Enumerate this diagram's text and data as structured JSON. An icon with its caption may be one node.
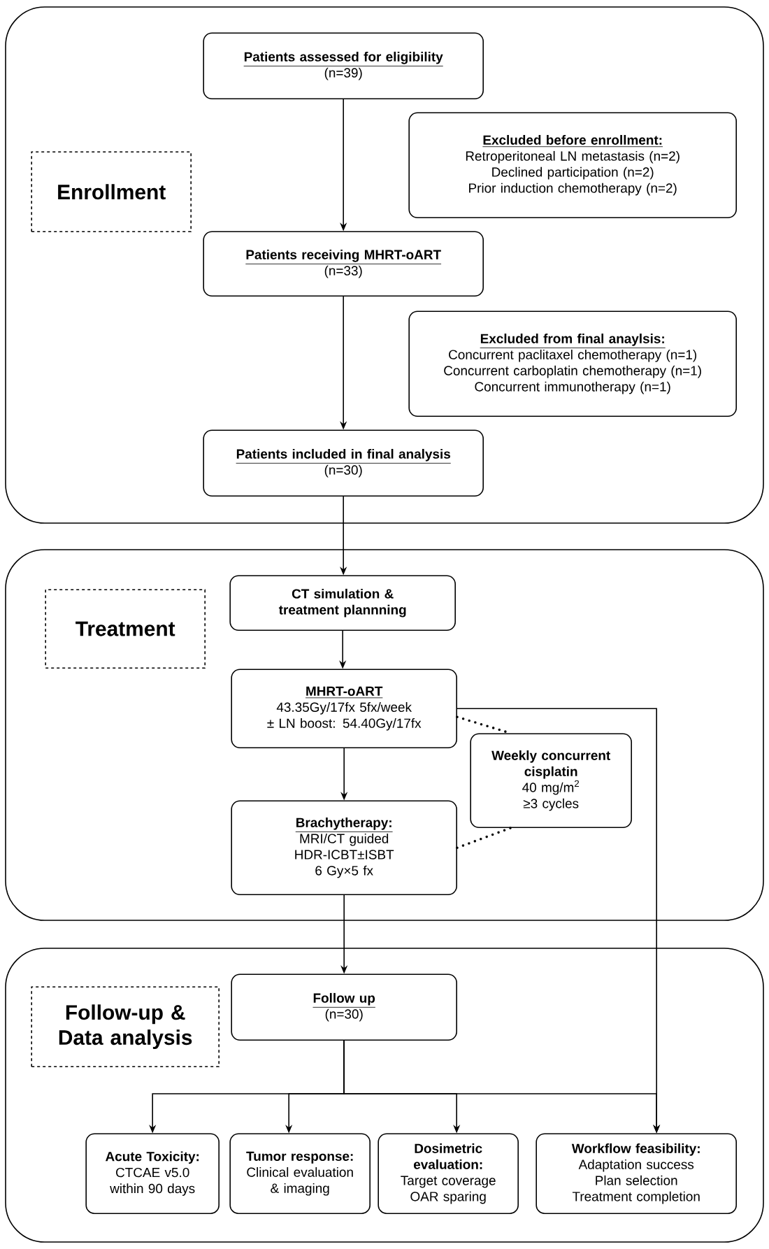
{
  "diagram": {
    "nodes": [
      {
        "text": [],
        "shape": "box"
      },
      {
        "text": [
          "Enrollment"
        ],
        "in": 0
      },
      {
        "text": [
          "Patients assessed for eligibility",
          "(n=39)"
        ],
        "in": 0
      },
      {
        "text": [
          "Excluded before enrollment:",
          "Retroperitoneal LN metastasis (n=2)",
          "Declined participation (n=2)",
          "Prior induction chemotherapy (n=2)"
        ],
        "in": 0
      },
      {
        "text": [
          "Patients receiving MHRT-oART",
          "(n=33)"
        ],
        "in": 0
      },
      {
        "text": [
          "Excluded from final anaylsis:",
          "Concurrent paclitaxel chemotherapy (n=1)",
          "Concurrent carboplatin chemotherapy (n=1)",
          "Concurrent immunotherapy (n=1)"
        ],
        "in": 0
      },
      {
        "text": [
          "Patients included in final analysis",
          "(n=30)"
        ],
        "in": 0
      },
      {
        "text": [],
        "shape": "box"
      },
      {
        "text": [
          "Treatment"
        ],
        "in": 7
      },
      {
        "text": [
          "CT simulation & treatment plannning"
        ],
        "in": 7
      },
      {
        "text": [
          "MHRT-oART",
          "43.35Gy/17fx   5fx/week",
          "± LN boost: 54.40Gy/17fx"
        ],
        "in": 7
      },
      {
        "text": [
          "Weekly concurrent cisplatin",
          "40 mg/m$^{2}$",
          "≥3 cycles"
        ],
        "in": 7
      },
      {
        "text": [
          "Brachytherapy:",
          "MRI/CT guided",
          "HDR-ICBT±ISBT",
          "6 Gy×5 fx"
        ],
        "in": 7
      },
      {
        "text": [],
        "shape": "box"
      },
      {
        "text": [
          "Follow-up & Data analysis"
        ],
        "in": 13
      },
      {
        "text": [
          "Follow up",
          "(n=30)"
        ],
        "in": 13
      },
      {
        "text": [
          "Acute Toxicity:",
          "CTCAE v5.0 within 90 days"
        ],
        "in": 13
      },
      {
        "text": [
          "Tumor response:",
          "Clinical evaluation & imaging"
        ],
        "in": 13
      },
      {
        "text": [
          "Dosimetric evaluation:",
          "Target coverage",
          "OAR sparing"
        ],
        "in": 13
      },
      {
        "text": [
          "Workflow feasibility:",
          "Adaptation success",
          "Plan selection",
          "Treatment completion"
        ],
        "in": 13
      }
    ],
    "edges": [
      {
        "from": 2,
        "to": 4,
        "arrow": "to"
      },
      {
        "from": 4,
        "to": 6,
        "arrow": "to"
      },
      {
        "from": 6,
        "to": 9,
        "arrow": "to"
      },
      {
        "from": 9,
        "to": 10,
        "arrow": "to"
      },
      {
        "from": 10,
        "to": 12,
        "arrow": "to"
      },
      {
        "from": 10,
        "to": 11,
        "arrow": "none",
        "style": "dashed"
      },
      {
        "from": 12,
        "to": 11,
        "arrow": "none",
        "style": "dashed"
      },
      {
        "from": 12,
        "to": 15,
        "arrow": "to"
      },
      {
        "from": 10,
        "to": 19,
        "arrow": "to"
      },
      {
        "from": 15,
        "to": 16,
        "arrow": "to"
      },
      {
        "from": 15,
        "to": 17,
        "arrow": "to"
      },
      {
        "from": 15,
        "to": 18,
        "arrow": "to"
      },
      {
        "from": 15,
        "to": 19,
        "arrow": "to"
      }
    ]
  }
}
